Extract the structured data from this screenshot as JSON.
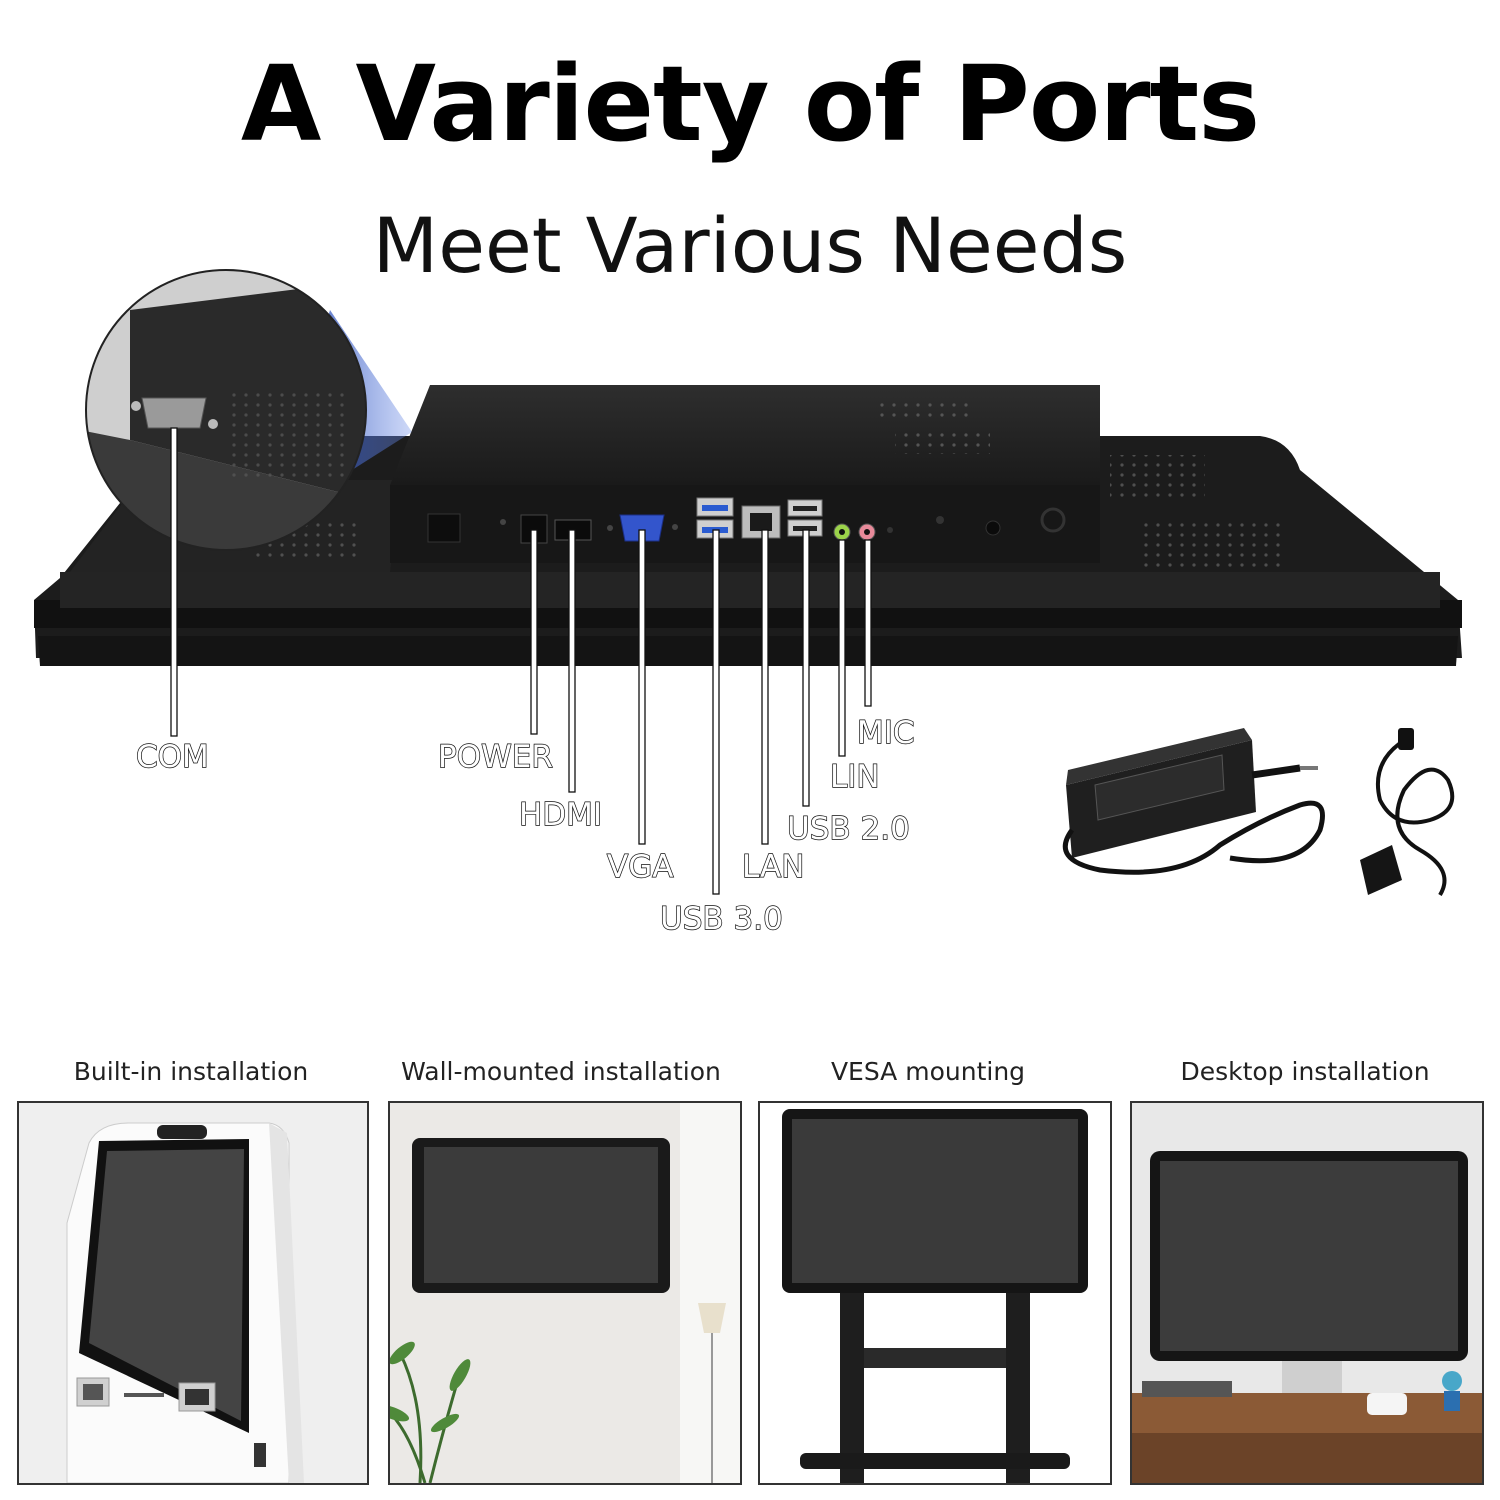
{
  "heading": {
    "title": "A Variety of Ports",
    "subtitle": "Meet Various Needs"
  },
  "ports": {
    "com": "COM",
    "power": "POWER",
    "hdmi": "HDMI",
    "vga": "VGA",
    "usb30": "USB 3.0",
    "lan": "LAN",
    "usb20": "USB 2.0",
    "lin": "LIN",
    "mic": "MIC"
  },
  "installations": [
    {
      "label": "Built-in installation"
    },
    {
      "label": "Wall-mounted installation"
    },
    {
      "label": "VESA mounting"
    },
    {
      "label": "Desktop installation"
    }
  ],
  "colors": {
    "device": "#1e1e1e",
    "lin_jack": "#9bd34a",
    "mic_jack": "#e88a9a",
    "usb3_blue": "#2a5bd0",
    "vga_blue": "#3355cc"
  }
}
